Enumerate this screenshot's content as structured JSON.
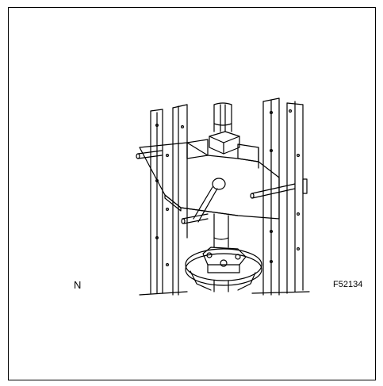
{
  "figure": {
    "view_label": "N",
    "figure_code": "F52134",
    "illustration_icon": "hydraulic-press-diagram"
  }
}
